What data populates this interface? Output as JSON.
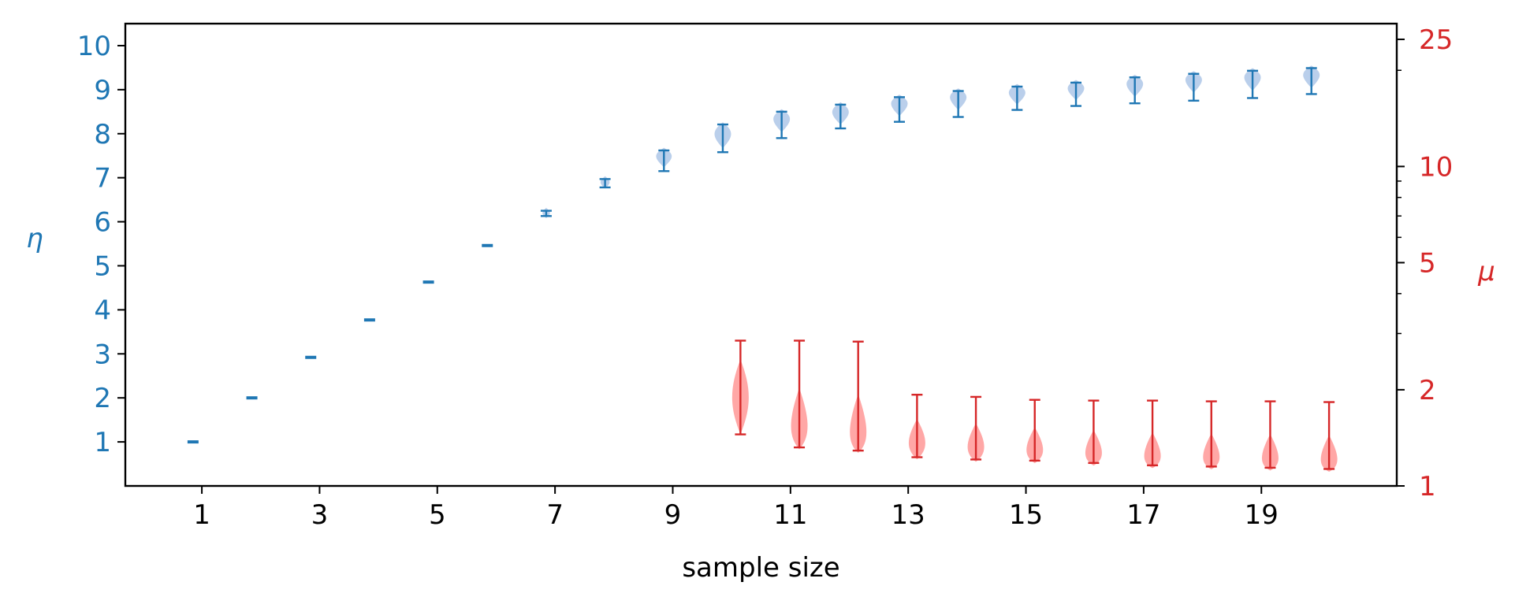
{
  "chart_data": {
    "type": "violin",
    "xlabel": "sample size",
    "x_ticks": [
      1,
      3,
      5,
      7,
      9,
      11,
      13,
      15,
      17,
      19
    ],
    "xlim": [
      -0.3,
      21.3
    ],
    "grid": false,
    "left_axis": {
      "label": "η",
      "color": "#1f77b4",
      "scale": "linear",
      "ylim": [
        0,
        10.5
      ],
      "ticks": [
        1,
        2,
        3,
        4,
        5,
        6,
        7,
        8,
        9,
        10
      ]
    },
    "right_axis": {
      "label": "μ",
      "color": "#d62728",
      "scale": "log",
      "ylim": [
        1,
        28
      ],
      "major_ticks": [
        1,
        2,
        5,
        10,
        25
      ],
      "minor_ticks": [
        3,
        4,
        6,
        7,
        8,
        9,
        20
      ]
    },
    "series": [
      {
        "axis": "left",
        "color": "#1f77b4",
        "fill": "#aec7e8",
        "points": [
          {
            "x": 1,
            "min": 1.0,
            "max": 1.0,
            "peak": 1.0
          },
          {
            "x": 2,
            "min": 2.0,
            "max": 2.0,
            "peak": 2.0
          },
          {
            "x": 3,
            "min": 2.92,
            "max": 2.92,
            "peak": 2.92
          },
          {
            "x": 4,
            "min": 3.77,
            "max": 3.77,
            "peak": 3.77
          },
          {
            "x": 5,
            "min": 4.63,
            "max": 4.63,
            "peak": 4.63
          },
          {
            "x": 6,
            "min": 5.44,
            "max": 5.48,
            "peak": 5.46
          },
          {
            "x": 7,
            "min": 6.13,
            "max": 6.25,
            "peak": 6.2
          },
          {
            "x": 8,
            "min": 6.78,
            "max": 6.97,
            "peak": 6.9
          },
          {
            "x": 9,
            "min": 7.15,
            "max": 7.62,
            "peak": 7.5
          },
          {
            "x": 10,
            "min": 7.58,
            "max": 8.21,
            "peak": 8.0
          },
          {
            "x": 11,
            "min": 7.9,
            "max": 8.5,
            "peak": 8.35
          },
          {
            "x": 12,
            "min": 8.12,
            "max": 8.66,
            "peak": 8.5
          },
          {
            "x": 13,
            "min": 8.27,
            "max": 8.83,
            "peak": 8.7
          },
          {
            "x": 14,
            "min": 8.38,
            "max": 8.97,
            "peak": 8.85
          },
          {
            "x": 15,
            "min": 8.54,
            "max": 9.07,
            "peak": 8.95
          },
          {
            "x": 16,
            "min": 8.63,
            "max": 9.16,
            "peak": 9.05
          },
          {
            "x": 17,
            "min": 8.69,
            "max": 9.28,
            "peak": 9.15
          },
          {
            "x": 18,
            "min": 8.75,
            "max": 9.36,
            "peak": 9.25
          },
          {
            "x": 19,
            "min": 8.81,
            "max": 9.43,
            "peak": 9.3
          },
          {
            "x": 20,
            "min": 8.9,
            "max": 9.49,
            "peak": 9.35
          }
        ]
      },
      {
        "axis": "right",
        "color": "#d62728",
        "fill": "#ff9896",
        "points": [
          {
            "x": 10,
            "min": 1.45,
            "max": 2.85,
            "peak": 1.85
          },
          {
            "x": 11,
            "min": 1.32,
            "max": 2.85,
            "peak": 1.45
          },
          {
            "x": 12,
            "min": 1.29,
            "max": 2.83,
            "peak": 1.38
          },
          {
            "x": 13,
            "min": 1.23,
            "max": 1.93,
            "peak": 1.32
          },
          {
            "x": 14,
            "min": 1.21,
            "max": 1.9,
            "peak": 1.28
          },
          {
            "x": 15,
            "min": 1.2,
            "max": 1.86,
            "peak": 1.25
          },
          {
            "x": 16,
            "min": 1.18,
            "max": 1.85,
            "peak": 1.22
          },
          {
            "x": 17,
            "min": 1.16,
            "max": 1.85,
            "peak": 1.19
          },
          {
            "x": 18,
            "min": 1.15,
            "max": 1.84,
            "peak": 1.18
          },
          {
            "x": 19,
            "min": 1.14,
            "max": 1.84,
            "peak": 1.17
          },
          {
            "x": 20,
            "min": 1.13,
            "max": 1.83,
            "peak": 1.16
          }
        ]
      }
    ]
  }
}
